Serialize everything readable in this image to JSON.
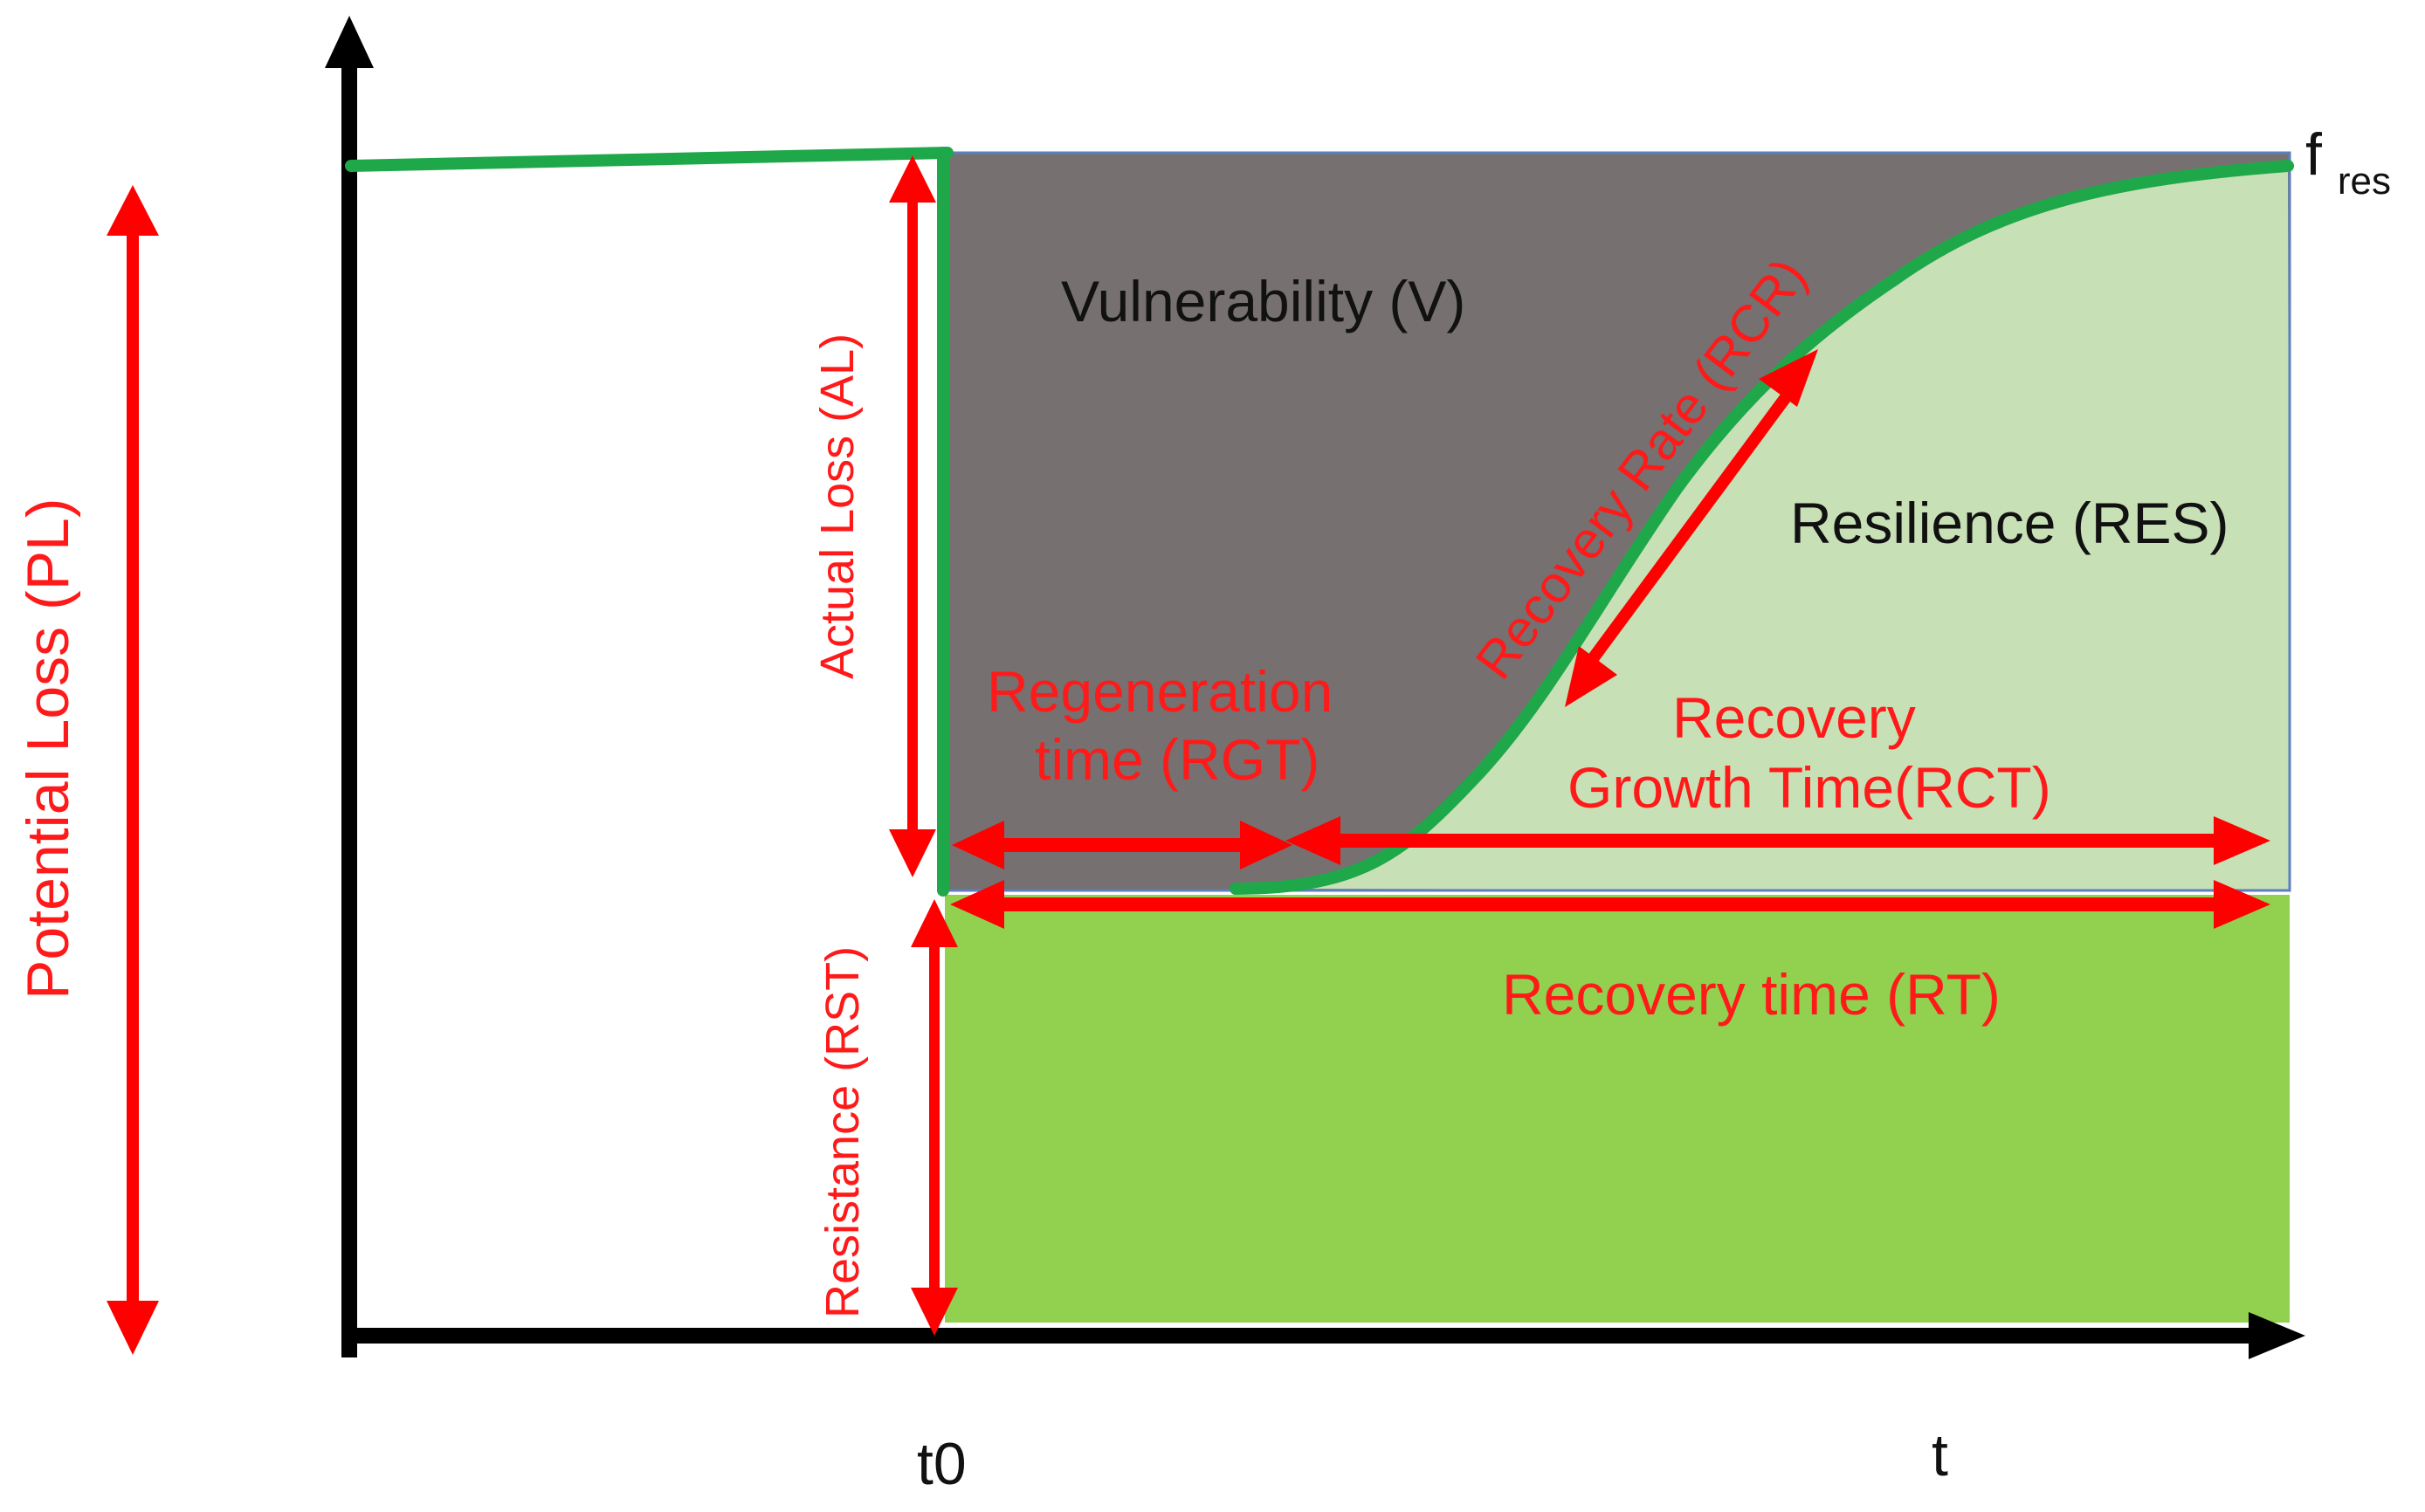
{
  "labels": {
    "vulnerability": "Vulnerability (V)",
    "resilience": "Resilience (RES)",
    "recovery_rate": "Recovery Rate (RCR)",
    "actual_loss": "Actual Loss  (AL)",
    "potential_loss": "Potential Loss  (PL)",
    "resistance": "Resistance (RST)",
    "regeneration_line1": "Regeneration",
    "regeneration_line2": "time (RGT)",
    "recovery_growth_line1": "Recovery",
    "recovery_growth_line2": "Growth Time(RCT)",
    "recovery_time": "Recovery time (RT)",
    "f_main": "f",
    "f_sub": "res",
    "t0": "t0",
    "t": "t"
  },
  "colors": {
    "vulnerability_fill": "#767070",
    "resilience_fill": "#c8e0b6",
    "resistance_fill": "#92d050",
    "curve": "#1fa84a",
    "arrow": "#ff0000",
    "axis": "#000000",
    "box_border": "#5b7fbf"
  }
}
